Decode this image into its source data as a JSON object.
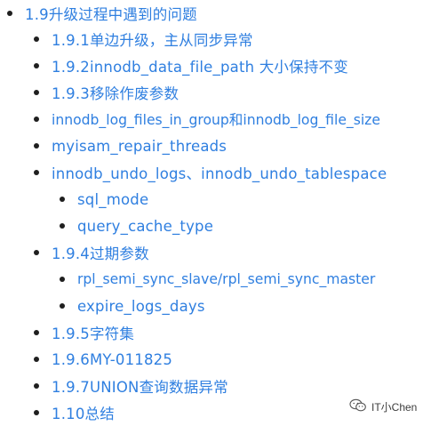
{
  "toc": {
    "items": [
      {
        "level": 1,
        "label": "1.9升级过程中遇到的问题"
      },
      {
        "level": 2,
        "label": "1.9.1单边升级，主从同步异常"
      },
      {
        "level": 2,
        "label": "1.9.2innodb_data_file_path 大小保持不变"
      },
      {
        "level": 2,
        "label": "1.9.3移除作废参数"
      },
      {
        "level": 2,
        "label": "innodb_log_files_in_group和innodb_log_file_size"
      },
      {
        "level": 2,
        "label": "myisam_repair_threads"
      },
      {
        "level": 2,
        "label": "innodb_undo_logs、innodb_undo_tablespace"
      },
      {
        "level": 3,
        "label": "sql_mode"
      },
      {
        "level": 3,
        "label": "query_cache_type"
      },
      {
        "level": 2,
        "label": "1.9.4过期参数"
      },
      {
        "level": 3,
        "label": "rpl_semi_sync_slave/rpl_semi_sync_master"
      },
      {
        "level": 3,
        "label": "expire_logs_days"
      },
      {
        "level": 2,
        "label": "1.9.5字符集"
      },
      {
        "level": 2,
        "label": "1.9.6MY-011825"
      },
      {
        "level": 2,
        "label": "1.9.7UNION查询数据异常"
      },
      {
        "level": 2,
        "label": "1.10总结"
      }
    ]
  },
  "watermark": {
    "icon": "wechat-icon",
    "text": "IT小Chen"
  },
  "colors": {
    "link": "#2f7fe0",
    "bullet": "#1f1f1f"
  }
}
